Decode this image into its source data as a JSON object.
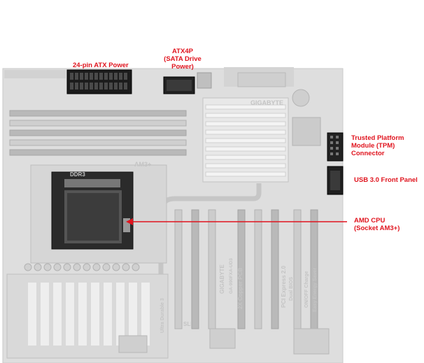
{
  "diagram": {
    "accent_color": "#e0141e",
    "callouts": {
      "atx24": "24-pin ATX Power",
      "atx4p": "ATX4P\n(SATA Drive\nPower)",
      "tpm": "Trusted Platform\nModule (TPM)\nConnector",
      "usb3": "USB 3.0 Front Panel",
      "cpu": "AMD CPU\n(Socket AM3+)"
    },
    "board_silkscreen": {
      "am3": "AM3+",
      "ddr3": "DDR3",
      "brand": "GIGABYTE",
      "model": "GA-990FXA-UD3",
      "copper": "2X Copper PCB",
      "pcie": "PCI Express 2.0",
      "dual": "Dual BIOS",
      "onoff": "ON/OFF Charge",
      "saver": "Easy Energy Saver",
      "ultra": "Ultra Durable 3",
      "sli": "SLI"
    },
    "board_icons": [
      "motherboard-image",
      "cpu-socket",
      "dimm-slots",
      "heatsink",
      "pcie-slots"
    ]
  }
}
